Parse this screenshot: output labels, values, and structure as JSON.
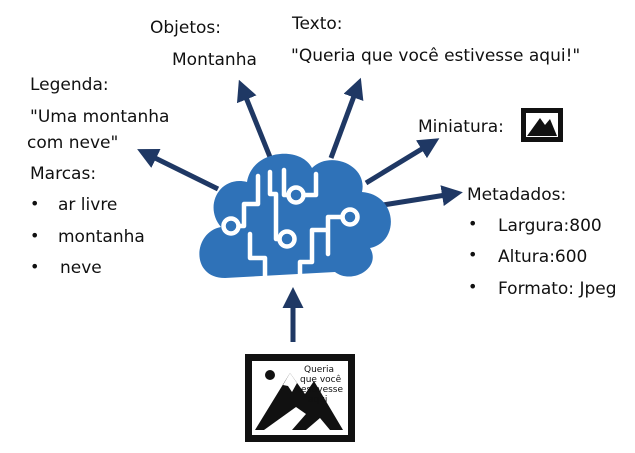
{
  "objects": {
    "label": "Objetos:",
    "value": "Montanha"
  },
  "text": {
    "label": "Texto:",
    "value": "\"Queria que você estivesse aqui!\""
  },
  "caption": {
    "label": "Legenda:",
    "line1": "\"Uma montanha",
    "line2": "com neve\""
  },
  "tags": {
    "label": "Marcas:",
    "items": [
      "ar livre",
      "montanha",
      "neve"
    ]
  },
  "thumbnail": {
    "label": "Miniatura:"
  },
  "metadata": {
    "label": "Metadados:",
    "items": [
      "Largura:800",
      "Altura:600",
      "Formato: Jpeg"
    ]
  },
  "source_image": {
    "text_lines": [
      "Queria",
      "que você",
      "estivesse",
      "aqui"
    ]
  },
  "colors": {
    "arrow": "#1f3864",
    "cloud": "#2f72b8",
    "circuit": "#ffffff",
    "frame": "#111111"
  },
  "icons": {
    "center": "cloud-circuit-icon",
    "thumbnail": "mountain-thumbnail-icon",
    "source": "mountain-photo-icon"
  }
}
